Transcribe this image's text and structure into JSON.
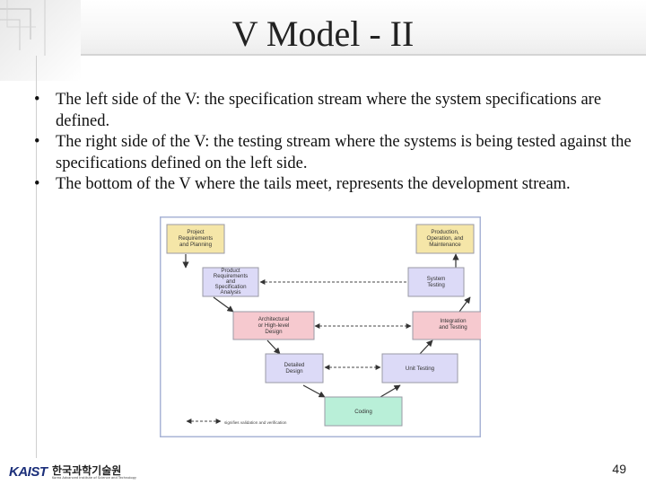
{
  "slide": {
    "title": "V Model - II",
    "bullets": [
      "The left side of the V:  the specification stream where the system specifications are defined.",
      "The right side of the V: the testing stream where the systems is being tested against the specifications defined on the left side.",
      "The bottom of the V where the tails meet, represents the development stream."
    ],
    "bullet_glyph": "•",
    "page_number": "49"
  },
  "diagram": {
    "boxes": {
      "project_requirements": [
        "Project",
        "Requirements",
        "and Planning"
      ],
      "production": [
        "Production,",
        "Operation, and",
        "Maintenance"
      ],
      "product_requirements": [
        "Product",
        "Requirements",
        "and",
        "Specification",
        "Analysis"
      ],
      "system_testing": [
        "System",
        "Testing"
      ],
      "architectural_design": [
        "Architectural",
        "or High-level",
        "Design"
      ],
      "integration_testing": [
        "Integration",
        "and Testing"
      ],
      "detailed_design": [
        "Detailed",
        "Design"
      ],
      "unit_testing": [
        "Unit Testing"
      ],
      "coding": [
        "Coding"
      ]
    },
    "legend": "signifies validation and verification",
    "colors": {
      "yellow_box": "#f5e6a8",
      "purple_box": "#dcdaf7",
      "pink_box": "#f6c9cf",
      "green_box": "#b9efd8",
      "border": "#9a9aa6"
    }
  },
  "footer": {
    "logo_text": "KAIST",
    "institute_korean": "한국과학기술원",
    "institute_english": "Korea Advanced Institute of Science and Technology"
  },
  "colors": {
    "logo_blue": "#1b2f7a"
  }
}
